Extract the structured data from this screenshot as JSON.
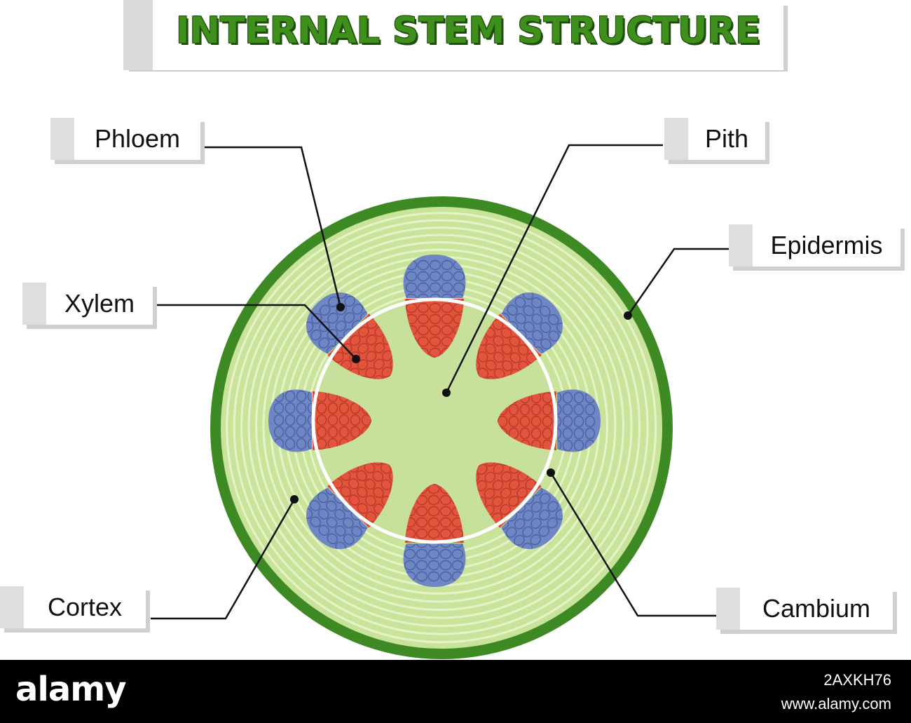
{
  "title": "INTERNAL STEM STRUCTURE",
  "labels": {
    "phloem": "Phloem",
    "pith": "Pith",
    "epidermis": "Epidermis",
    "xylem": "Xylem",
    "cortex": "Cortex",
    "cambium": "Cambium"
  },
  "colors": {
    "title_green": "#3f8f1c",
    "epidermis": "#3d8a25",
    "cortex": "#c9e39a",
    "cortex_rings": "#e6f3c9",
    "pith": "#c7e19d",
    "xylem": "#e2543c",
    "phloem": "#6f86c4",
    "cambium": "#ffffff"
  },
  "footer": {
    "brand": "alamy",
    "image_id": "2AXKH76",
    "site": "www.alamy.com"
  }
}
